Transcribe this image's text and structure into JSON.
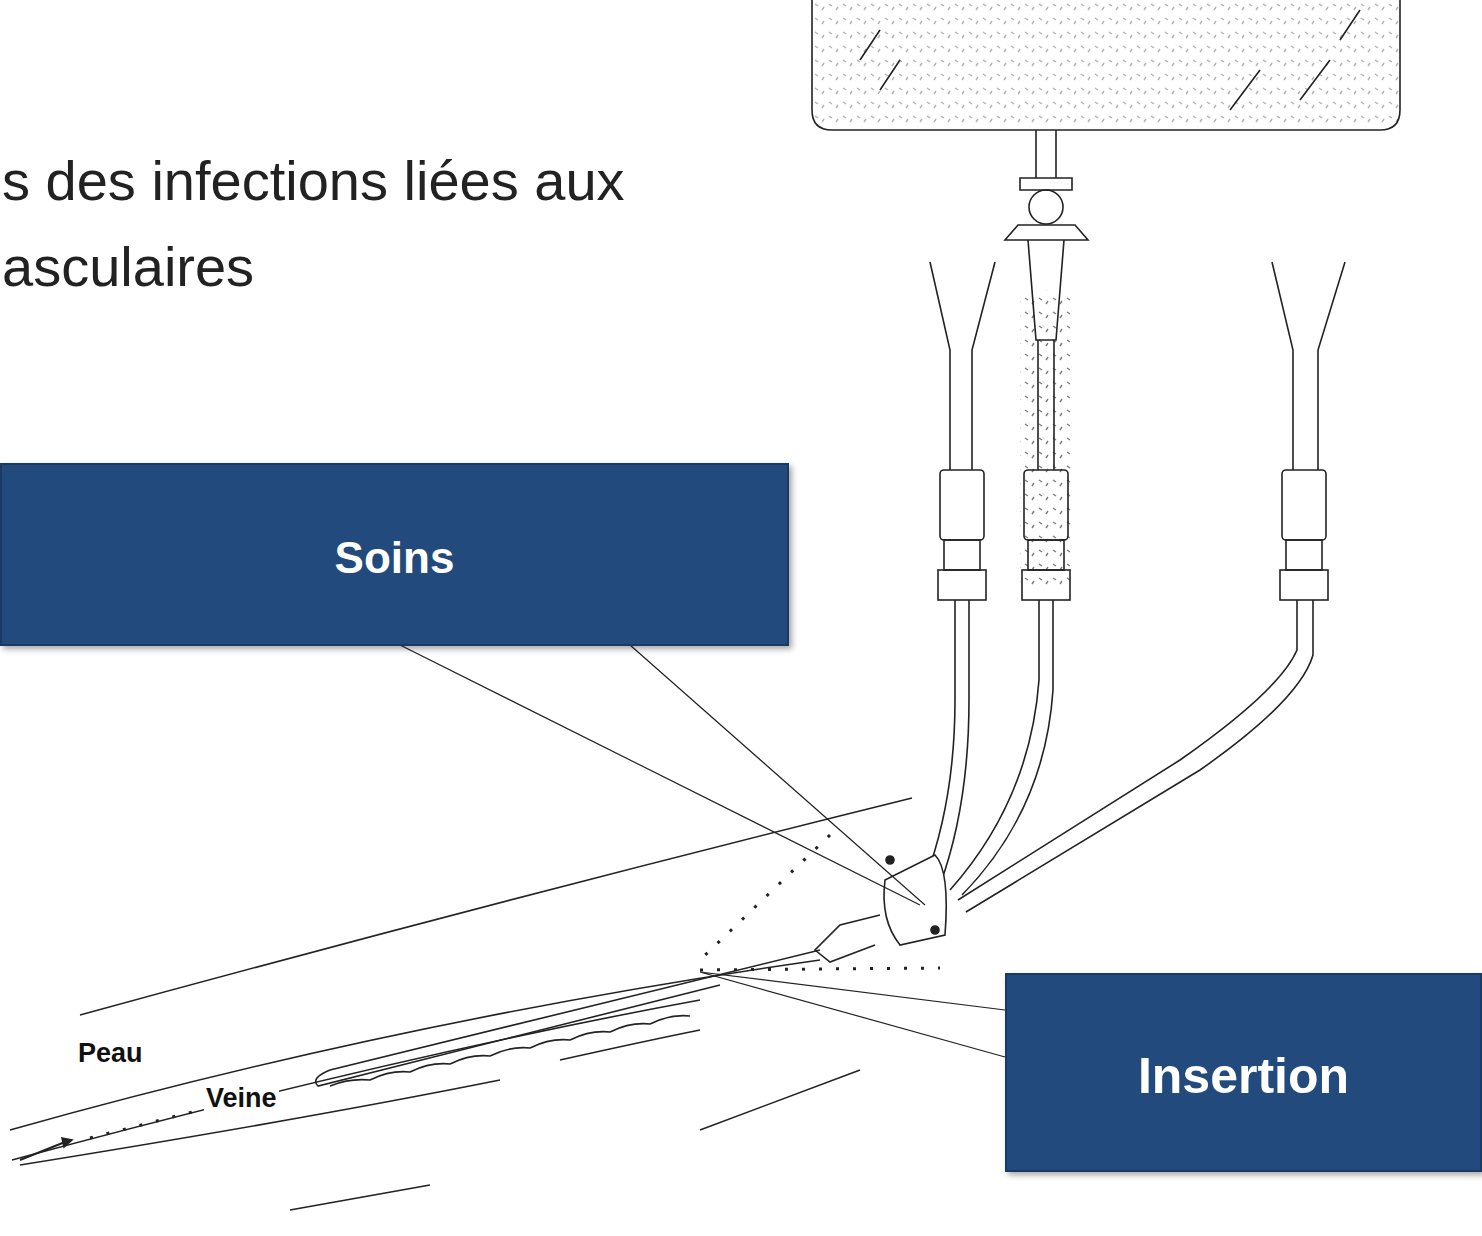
{
  "diagram": {
    "title": "s des infections liées aux asculaires",
    "nodes": [
      {
        "text": [
          "Soins"
        ]
      },
      {
        "text": [
          "Insertion"
        ]
      }
    ],
    "labels": [
      "Peau",
      "Veine"
    ]
  }
}
